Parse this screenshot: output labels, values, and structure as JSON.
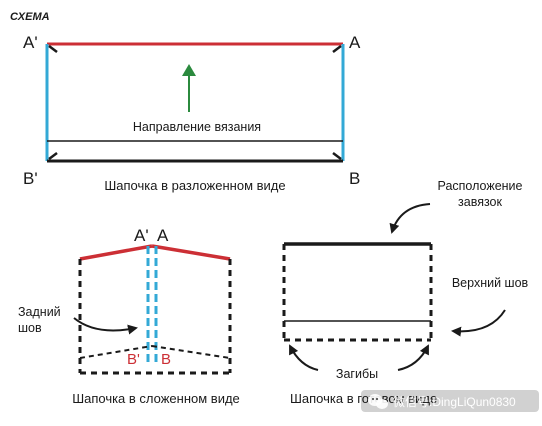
{
  "title": "СХЕМА",
  "colors": {
    "red": "#cc2f35",
    "blue": "#33a9d6",
    "green": "#2b8a3e",
    "black": "#1a1a1a"
  },
  "top_diagram": {
    "corner_tl": "A'",
    "corner_tr": "A",
    "corner_bl": "B'",
    "corner_br": "B",
    "arrow_label": "Направление вязания",
    "caption": "Шапочка в разложенном виде"
  },
  "folded_diagram": {
    "label_a_prime": "A'",
    "label_a": "A",
    "label_b_prime": "B'",
    "label_b": "B",
    "back_seam_line1": "Задний",
    "back_seam_line2": "шов",
    "caption": "Шапочка в сложенном виде"
  },
  "assembled_diagram": {
    "ties_line1": "Расположение",
    "ties_line2": "завязок",
    "top_seam": "Верхний шов",
    "folds": "Загибы",
    "caption": "Шапочка в готовом виде"
  },
  "watermark": {
    "icon": "wechat-icon",
    "text": "微信号:DingLiQun0830"
  }
}
